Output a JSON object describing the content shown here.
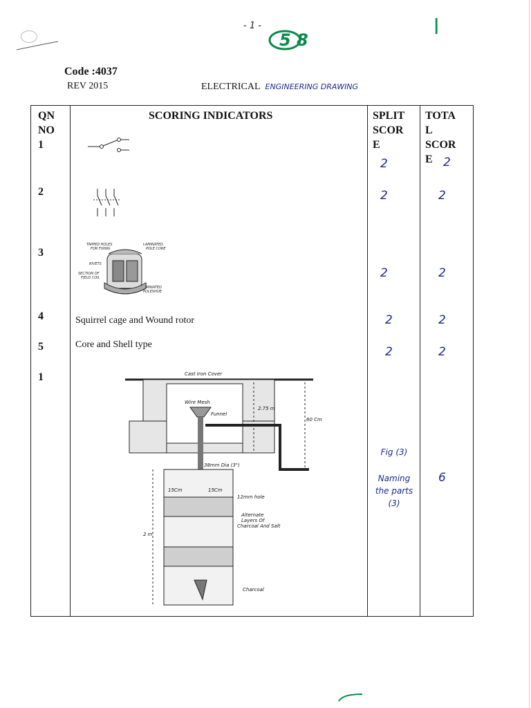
{
  "page_number": "- 1 -",
  "grade_marks": "5 8",
  "check_mark": "l",
  "header": {
    "code": "Code :4037",
    "rev": "REV 2015",
    "subject_printed": "ELECTRICAL",
    "subject_handwritten": "ENGINEERING DRAWING"
  },
  "table": {
    "headers": {
      "qn": [
        "QN",
        "NO"
      ],
      "indicators": "SCORING INDICATORS",
      "split": [
        "SPLIT",
        "SCOR",
        "E"
      ],
      "total": [
        "TOTA",
        "L",
        "SCOR",
        "E"
      ]
    },
    "rows": [
      {
        "qn": "1",
        "text": "",
        "split": "2",
        "total": "2"
      },
      {
        "qn": "2",
        "text": "",
        "split": "2",
        "total": "2"
      },
      {
        "qn": "3",
        "text": "",
        "split": "2",
        "total": "2"
      },
      {
        "qn": "4",
        "text": "Squirrel cage and Wound rotor",
        "split": "2",
        "total": "2"
      },
      {
        "qn": "5",
        "text": "Core  and Shell type",
        "split": "2",
        "total": "2"
      },
      {
        "qn": "1",
        "text": "",
        "split_notes": [
          "Fig (3)",
          "Naming",
          "the parts",
          "(3)"
        ],
        "total": "6"
      }
    ]
  },
  "figure_labels": {
    "pole_core": {
      "tapped_holes": [
        "TAPPED HOLES",
        "FOR FIXING"
      ],
      "laminated_pole": [
        "LAMINATED",
        "POLE CORE"
      ],
      "rivets": "RIVETS",
      "field_coil": [
        "SECTION OF",
        "FIELD COIL"
      ],
      "pole_shoe": [
        "LAMINATED",
        "POLESHOE"
      ]
    },
    "earthing": {
      "cover": "Cast Iron Cover",
      "mesh": "Wire Mesh",
      "funnel": "Funnel",
      "depth_a": "2.75 m",
      "depth_b": "60 Cm",
      "pipe": "38mm Dia (3\")",
      "left_dim": "15Cm",
      "right_dim": "15Cm",
      "hole": "12mm hole",
      "layers": [
        "Alternate",
        "Layers Of",
        "Charcoal And Salt"
      ],
      "depth_c": "2 m",
      "charcoal": "Charcoal"
    }
  }
}
